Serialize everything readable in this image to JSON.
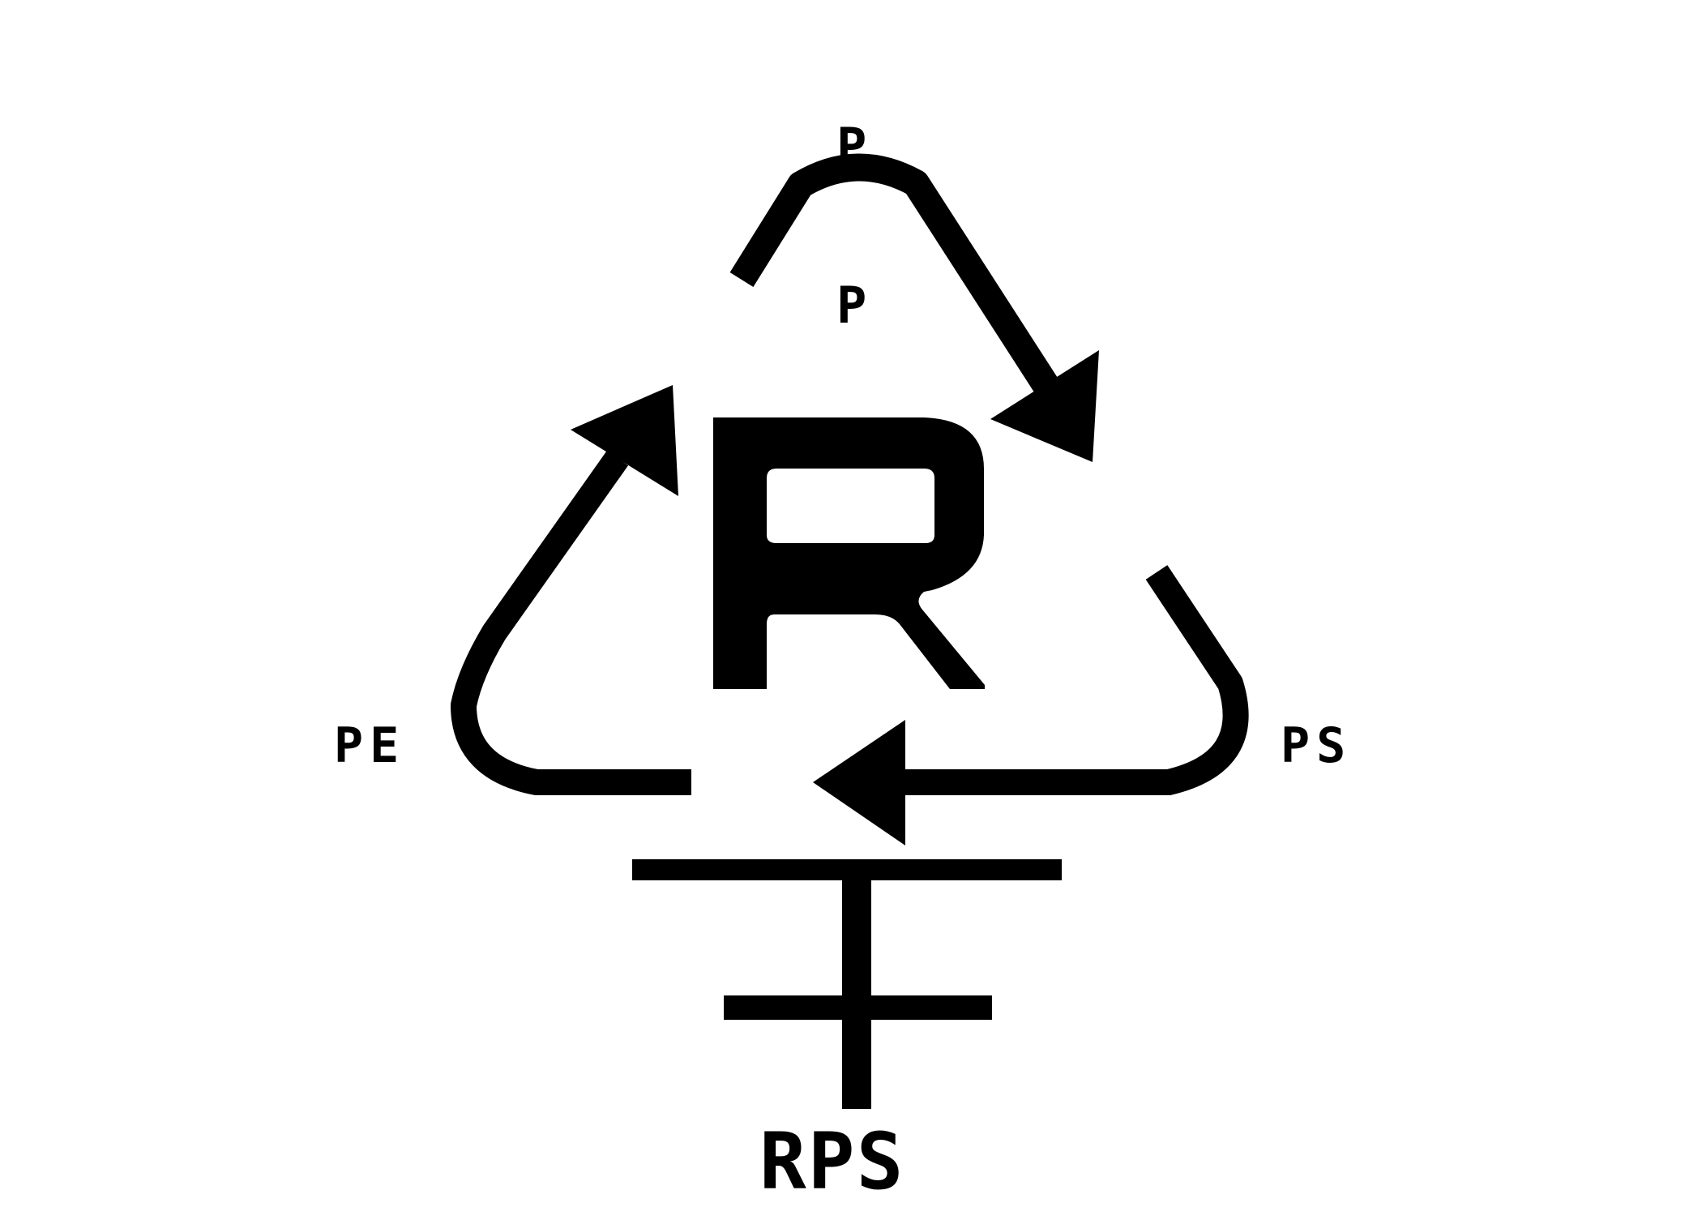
{
  "labels": {
    "top": [
      "P",
      "P"
    ],
    "left": "PE",
    "right": "PS",
    "bottom": "RPS",
    "center": "R"
  },
  "colors": {
    "ink": "#000000",
    "background": "#ffffff"
  }
}
